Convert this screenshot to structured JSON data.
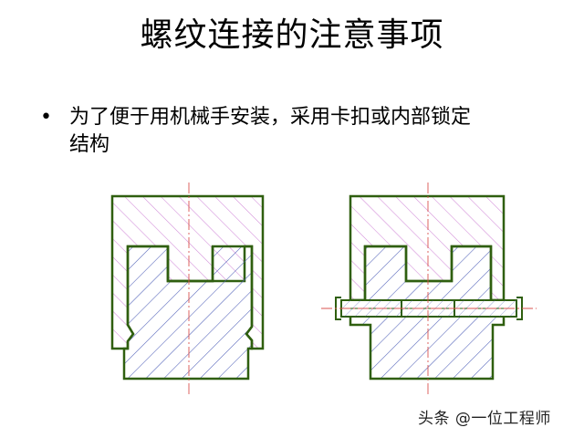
{
  "slide": {
    "title": "螺纹连接的注意事项",
    "bullet": "•",
    "bullet_text": "为了便于用机械手安装，采用卡扣或内部锁定\n结构"
  },
  "figures": {
    "left_name": "snap-fit-assembly-drawing",
    "right_name": "internal-locking-assembly-drawing"
  },
  "watermark": {
    "text": "头条 @一位工程师"
  },
  "colors": {
    "outline": "#2f5f0f",
    "hatch_upper": "#d18ad8",
    "hatch_lower": "#4f5fb8",
    "centerline": "#d9534f"
  }
}
